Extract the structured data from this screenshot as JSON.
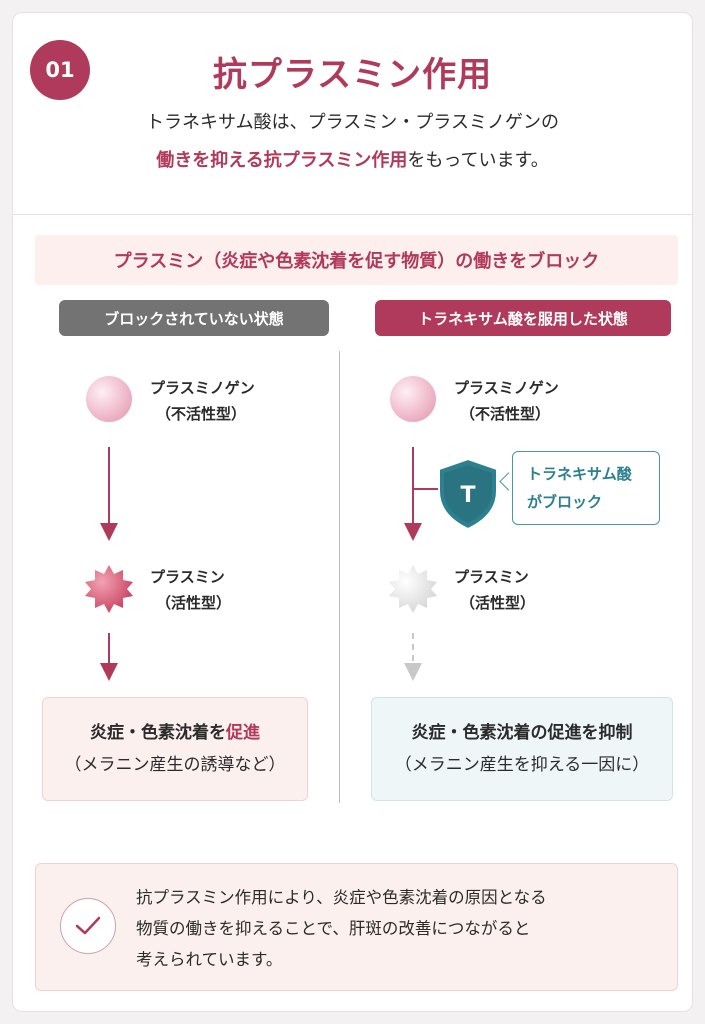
{
  "badge": "01",
  "title": "抗プラスミン作用",
  "intro": {
    "line1": "トラネキサム酸は、プラスミン・プラスミノゲンの",
    "line2_highlight": "働きを抑える抗プラスミン作用",
    "line2_rest": "をもっています。"
  },
  "banner": "プラスミン（炎症や色素沈着を促す物質）の働きをブロック",
  "left": {
    "header": "ブロックされていない状態",
    "node1": {
      "name": "プラスミノゲン",
      "state": "（不活性型）"
    },
    "node2": {
      "name": "プラスミン",
      "state": "（活性型）"
    },
    "outcome": {
      "main_prefix": "炎症・色素沈着を",
      "main_highlight": "促進",
      "sub": "（メラニン産生の誘導など）"
    }
  },
  "right": {
    "header": "トラネキサム酸を服用した状態",
    "node1": {
      "name": "プラスミノゲン",
      "state": "（不活性型）"
    },
    "node2": {
      "name": "プラスミン",
      "state": "（活性型）"
    },
    "shield_letter": "T",
    "callout": {
      "line1": "トラネキサム酸",
      "line2": "がブロック"
    },
    "outcome": {
      "main": "炎症・色素沈着の促進を抑制",
      "sub": "（メラニン産生を抑える一因に）"
    }
  },
  "summary": {
    "line1": "抗プラスミン作用により、炎症や色素沈着の原因となる",
    "line2": "物質の働きを抑えることで、肝斑の改善につながると",
    "line3": "考えられています。"
  },
  "colors": {
    "accent": "#b03a5b",
    "teal": "#2b7f8e",
    "gray": "#737373"
  }
}
